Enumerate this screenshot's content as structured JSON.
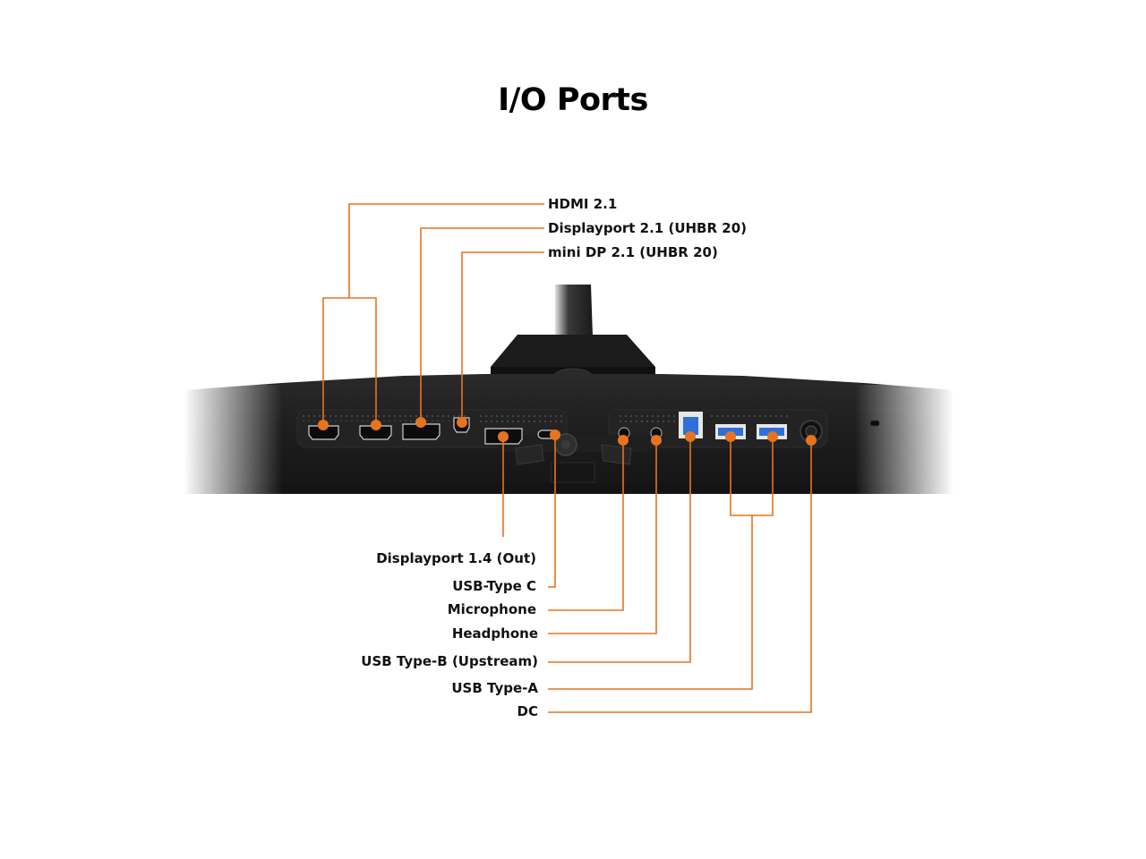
{
  "title": "I/O Ports",
  "colors": {
    "accent": "#e8731f",
    "monitor_body": "#1c1c1c",
    "monitor_dark": "#111111",
    "usb3_blue": "#2e6fd8",
    "label_text": "#111111"
  },
  "top_labels": [
    "HDMI 2.1",
    "Displayport 2.1 (UHBR 20)",
    "mini DP 2.1 (UHBR 20)"
  ],
  "bottom_labels": [
    "Displayport 1.4 (Out)",
    "USB-Type C",
    "Microphone",
    "Headphone",
    "USB Type-B (Upstream)",
    "USB Type-A",
    "DC"
  ],
  "icons": [
    "hdmi-port-icon",
    "displayport-icon",
    "mini-displayport-icon",
    "usb-c-port-icon",
    "audio-jack-icon",
    "usb-b-port-icon",
    "usb-a-port-icon",
    "dc-jack-icon",
    "kensington-lock-icon"
  ]
}
